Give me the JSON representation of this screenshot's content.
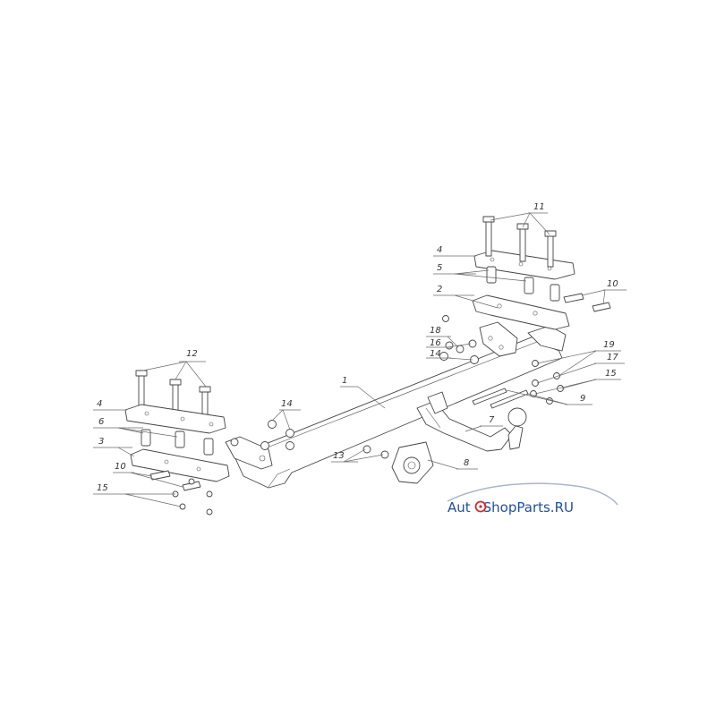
{
  "callouts": [
    "1",
    "2",
    "3",
    "4",
    "4",
    "5",
    "6",
    "7",
    "8",
    "9",
    "10",
    "10",
    "11",
    "12",
    "13",
    "14",
    "14",
    "15",
    "15",
    "16",
    "17",
    "18",
    "19"
  ],
  "watermark": {
    "text_a": "Aut",
    "text_b": "ShopParts.RU",
    "color_red": "#d42b2b",
    "color_blue": "#1f4f9c"
  }
}
